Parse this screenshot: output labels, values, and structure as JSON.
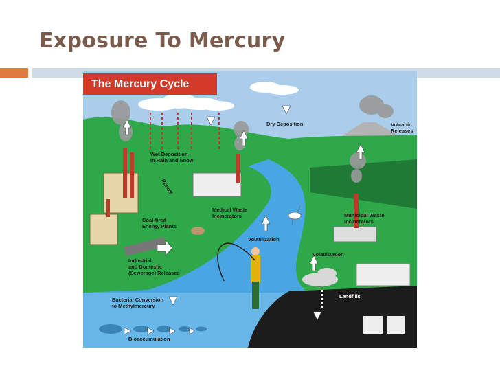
{
  "slide": {
    "title": "Exposure To Mercury"
  },
  "diagram": {
    "title": "The Mercury Cycle",
    "labels": {
      "dry_deposition": "Dry Deposition",
      "volcanic_releases": "Volcanic\nReleases",
      "wet_deposition": "Wet Deposition\nin Rain and Snow",
      "runoff": "Runoff",
      "medical_waste": "Medical Waste\nIncinerators",
      "coal_fired": "Coal-fired\nEnergy Plants",
      "municipal_waste": "Municipal Waste\nIncinerators",
      "volatilization_1": "Volatilization",
      "volatilization_2": "Volatilization",
      "industrial": "Industrial\nand Domestic\n(Sewerage) Releases",
      "landfills": "Landfills",
      "bacterial": "Bacterial Conversion\nto Methylmercury",
      "bioaccumulation": "Bioaccumulation"
    }
  },
  "colors": {
    "title_text": "#7a5b4c",
    "accent_orange": "#e07a3f",
    "accent_blue": "#cfdbe7",
    "diagram_title_bg": "#d43a2a",
    "sky": "#a9cdea",
    "water": "#4aa6e2",
    "land": "#2fa84a",
    "landfill": "#1c1c1c"
  }
}
